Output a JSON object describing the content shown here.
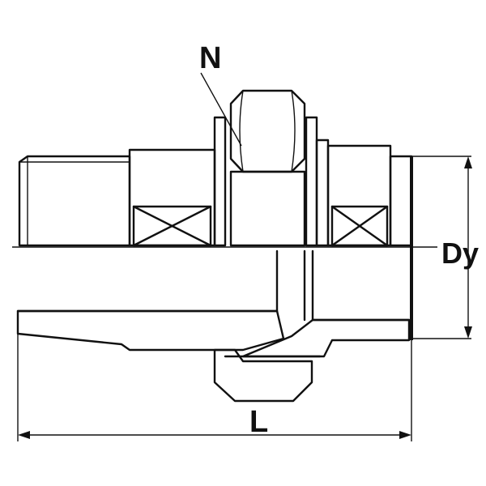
{
  "labels": {
    "nut": "N",
    "diameter": "Dy",
    "length": "L"
  },
  "colors": {
    "line": "#111111",
    "background": "#ffffff"
  }
}
